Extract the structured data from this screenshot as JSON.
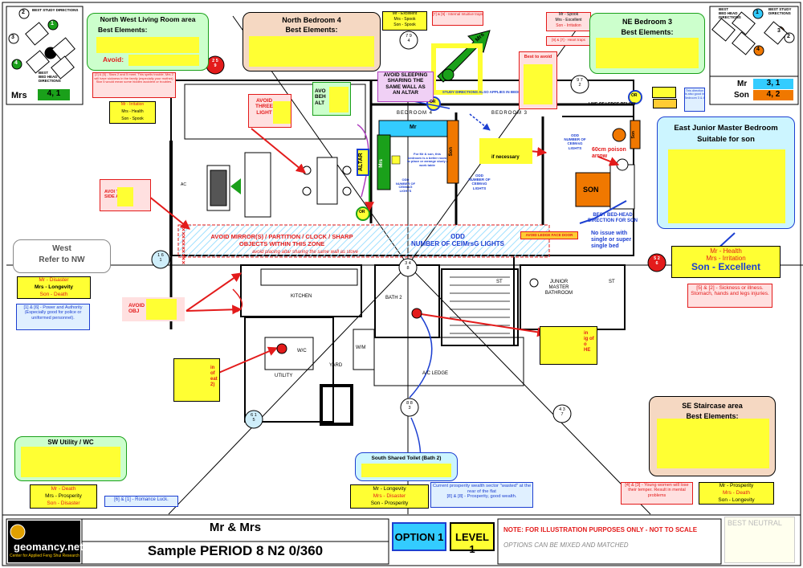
{
  "header": {
    "client": "Mr  & Mrs",
    "title": "Sample PERIOD 8 N2 0/360",
    "option": "OPTION 1",
    "level": "LEVEL 1",
    "note": "NOTE: FOR ILLUSTRATION PURPOSES ONLY - NOT TO SCALE",
    "subnote": "OPTIONS CAN BE MIXED AND MATCHED",
    "best_neutral": "BEST NEUTRAL",
    "logo_text": "geomancy.net",
    "logo_sub": "Center for Applied Feng Shui Research"
  },
  "legend_left": {
    "study_dir": "BEST STUDY DIRECTIONS",
    "bed_dir": "BEST\nBED HEAD\nDIRECTIONS",
    "mrs_label": "Mrs",
    "mrs_value": "4, 1"
  },
  "legend_right": {
    "bed_dir": "BEST\nBED HEAD\nDIRECTIONS",
    "study_dir": "BEST STUDY\nDIRECTIONS",
    "mr_label": "Mr",
    "mr_value": "3, 1",
    "son_label": "Son",
    "son_value": "4, 2"
  },
  "rooms": {
    "nw_living": {
      "title": "North West Living Room area",
      "elements": "Best Elements:",
      "avoid": "Avoid:"
    },
    "north_bed4": {
      "title": "North Bedroom 4",
      "elements": "Best Elements:"
    },
    "ne_bed3": {
      "title": "NE Bedroom 3",
      "elements": "Best Elements:"
    },
    "east_jr": {
      "title": "East Junior Master Bedroom",
      "subtitle": "Suitable for son"
    },
    "west": {
      "title": "West",
      "subtitle": "Refer to NW"
    },
    "sw_utility": {
      "title": "SW Utility / WC"
    },
    "south_toilet": {
      "title": "South Shared Toilet (Bath 2)"
    },
    "se_stair": {
      "title": "SE Staircase area",
      "elements": "Best Elements:"
    }
  },
  "notes": {
    "nw_note": "[2] & [5] - Stars 2 and 5 meet. This spells trouble. Mrs 2 will have sickness in the family (especially your mother). Star 5 would mean some hidden accident or troubles.",
    "nw_mr": "Mr - Irritation",
    "nw_mrs": "Mrs - Health",
    "nw_son": "Son - Spook",
    "north_mr": "Mr - Excellent",
    "north_mrs": "Mrs - Spook",
    "north_son": "Son - Spook",
    "north_note": "[7] & [9] - Internal Intuitive traps",
    "ne_mr": "Mr - Spook",
    "ne_mrs": "Mrs - Excellent",
    "ne_son": "Son - Irritation",
    "ne_note": "[9] & [7] - Heart traps",
    "east_mr": "Mr - Health",
    "east_mrs": "Mrs - Irritation",
    "east_son": "Son -  Excellent",
    "east_note": "[5] & [2] - Sickness or illness. Stomach, hands and legs injuries.",
    "west_mr": "Mr - Disaster",
    "west_mrs": "Mrs - Longevity",
    "west_son": "Son - Death",
    "west_note": "[1] & [6] - Power and Authority (Especially good for police or uniformed personnel).",
    "sw_mr": "Mr - Death",
    "sw_mrs": "Mrs - Prosperity",
    "sw_son": "Son - Disaster",
    "sw_note": "[6] & [1] - Romance Luck.",
    "s_mr": "Mr - Longevity",
    "s_mrs": "Mrs - Disaster",
    "s_son": "Son - Prosperity",
    "s_note": "Current prosperity wealth sector \"wasted\" at the rear of the flat\n[8] & [8] - Prosperity, good wealth.",
    "se_mr": "Mr - Prosperity",
    "se_mrs": "Mrs - Death",
    "se_son": "Son - Longevity",
    "se_note": "[4] & [3] - Young women will lose their temper. Result in mental problems"
  },
  "callouts": {
    "avoid_mirrors": "AVOID MIRROR(S) / PARTITION / CLOCK / SHARP\nOBJECTS WITHIN THIS ZONE",
    "avoid_altar": "avoid placing altar sharing the same wall as stove",
    "odd_lights": "ODD\nNUMBER OF CEIMrsG LIGHTS",
    "avoid_sleeping": "AVOID SLEEPING\nSHARING THE\nSAME WALL AS\nAN ALTAR",
    "avoid_three": "AVOID\nTHREE\nLIGHT",
    "avoid_beh": "AVO\nBEH\nALT",
    "avoid_side": "AVOI        THIS\nSIDE          ALL",
    "avoid_obj": "AVOID          P\nOBJ",
    "study_dirs": "STUDY DIRECTIONS ALSO APPLIES IN BEDROOM 3",
    "best_avoid": "Best to avoid",
    "poison_arrow": "60cm poison\narrow",
    "bed_head": "BEST BED-HEAD\nDIRECTION FOR SON",
    "no_issue": "No issue with\nsingle or super\nsingle bed",
    "line_of_ledge": "LINE OF LEDGE BELOW",
    "jr_odd": "ODD\nNUMBER OF CEIMrsG\nLIGHTS",
    "b3_odd": "ODD\nNUMBER OF\nCEIMrsG\nLIGHTS",
    "b4_odd": "ODD\nNUMBER OF\nCEIMrsG\nLIGHTS",
    "son_bed4": "For Mr & son, this bedroom is a better room to place or arrange study / work table",
    "avoid_ledge": "AVOID LEDGE FACE DOOR",
    "if_necessary": "if necessary",
    "direction_note": "This direction is also good in Bedroom 3 & 4",
    "in_ig": "in\nig of\no\nHE",
    "in_of": "in\nof\neat\n2)"
  },
  "labels": {
    "altar": "ALTAR",
    "mr_bed4": "Mr",
    "mrs_bed4": "Mrs",
    "son_bed3": "Son",
    "son_jr": "Son",
    "son_desk": "SON",
    "mrs_arrow": "Mrs",
    "or": "OR",
    "bedroom4": "BEDROOM 4",
    "bedroom3": "BEDROOM 3",
    "kitchen": "KITCHEN",
    "bath2": "BATH 2",
    "wc": "W/C",
    "wm": "W/M",
    "yard": "YARD",
    "utility": "UTILITY",
    "ac_ledge": "A/C LEDGE",
    "st": "ST",
    "jr_bath": "JUNIOR\nMASTER\nBATHROOM",
    "st_right": "ST",
    "ac": "AC"
  },
  "stars": {
    "nw": "2  5\n9",
    "north": "7  9\n4",
    "ne": "9  7\n2",
    "east": "5  2\n6",
    "west": "1  6\n1",
    "center": "3  4\n8",
    "sw": "6  1\n5",
    "south": "8  8\n3",
    "se": "4  3\n7"
  },
  "legend_nums": {
    "l2": "2",
    "l1": "1",
    "l3": "3",
    "l4": "4",
    "r1": "1",
    "r2": "2",
    "r3": "3",
    "r4": "4"
  },
  "colors": {
    "yellow": "#ffff33",
    "red": "#e31b1b",
    "blue": "#1c3fd1",
    "green": "#1aa01a",
    "orange": "#f07800",
    "cyan": "#33ccff",
    "purple": "#b040c0"
  }
}
